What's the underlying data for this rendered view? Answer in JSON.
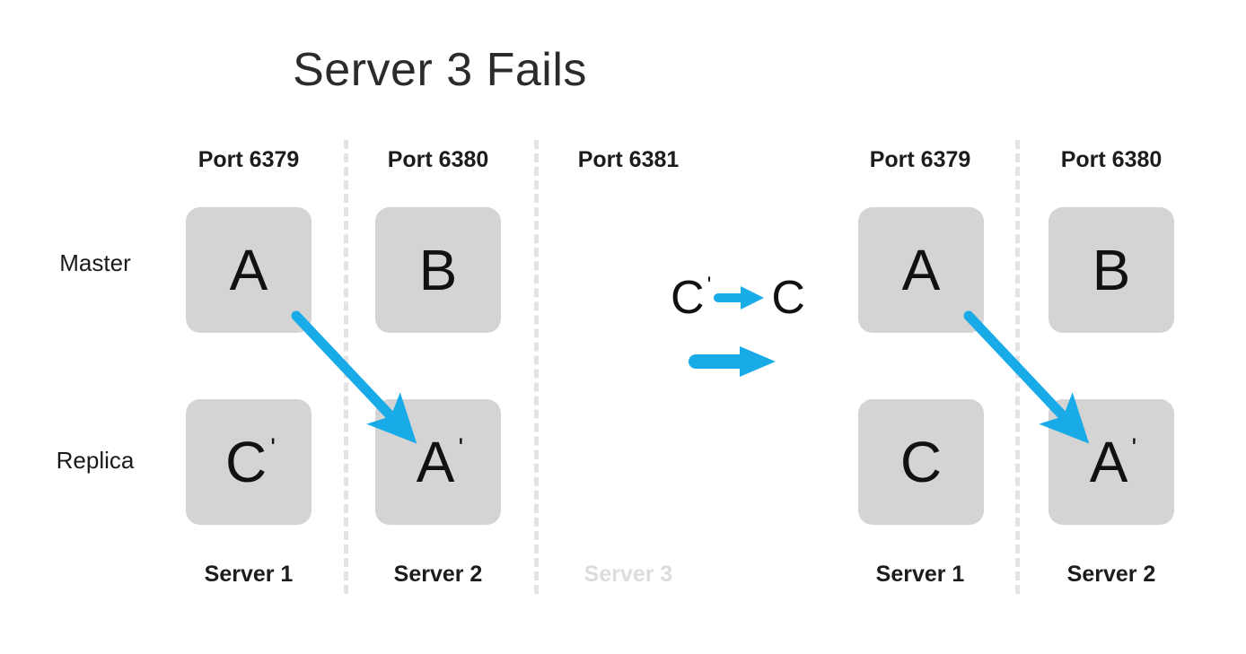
{
  "diagram": {
    "title": "Server 3 Fails",
    "accent_color": "#18ABE8",
    "box_color": "#d4d4d4",
    "divider_color": "#e3e3e3",
    "failed_label_color": "#dcdcdc",
    "row_labels": {
      "master": "Master",
      "replica": "Replica"
    },
    "before": {
      "columns": [
        {
          "port": "Port 6379",
          "server": "Server 1",
          "failed": false,
          "master": {
            "letter": "A",
            "prime": ""
          },
          "replica": {
            "letter": "C",
            "prime": "'"
          }
        },
        {
          "port": "Port 6380",
          "server": "Server 2",
          "failed": false,
          "master": {
            "letter": "B",
            "prime": ""
          },
          "replica": {
            "letter": "A",
            "prime": "'"
          }
        },
        {
          "port": "Port 6381",
          "server": "Server 3",
          "failed": true,
          "master": null,
          "replica": null
        }
      ]
    },
    "after": {
      "columns": [
        {
          "port": "Port 6379",
          "server": "Server 1",
          "failed": false,
          "master": {
            "letter": "A",
            "prime": ""
          },
          "replica": {
            "letter": "C",
            "prime": ""
          }
        },
        {
          "port": "Port 6380",
          "server": "Server 2",
          "failed": false,
          "master": {
            "letter": "B",
            "prime": ""
          },
          "replica": {
            "letter": "A",
            "prime": "'"
          }
        }
      ]
    },
    "transition": {
      "from_letter": "C",
      "from_prime": "'",
      "to_letter": "C",
      "to_prime": ""
    }
  }
}
